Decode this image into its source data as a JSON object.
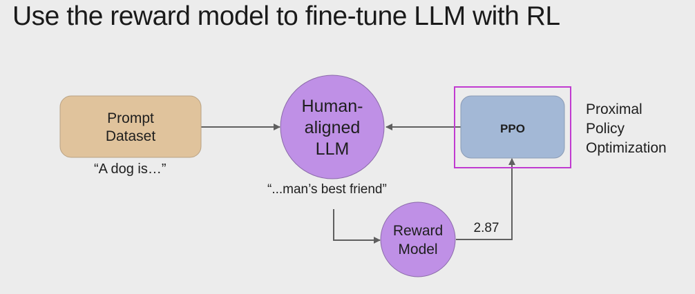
{
  "title": "Use the reward model to fine-tune LLM with RL",
  "nodes": {
    "prompt_dataset": {
      "line1": "Prompt",
      "line2": "Dataset",
      "color": "#e0c39c"
    },
    "llm": {
      "line1": "Human-",
      "line2": "aligned",
      "line3": "LLM",
      "color": "#bf90e6"
    },
    "ppo": {
      "label": "PPO",
      "color": "#a3b8d6",
      "highlight_color": "#c03ad0"
    },
    "reward_model": {
      "line1": "Reward",
      "line2": "Model",
      "color": "#bf90e6"
    }
  },
  "labels": {
    "prompt_example": "“A dog is…”",
    "completion_example": "“...man’s best friend”",
    "reward_value": "2.87"
  },
  "ppo_description": [
    "Proximal",
    "Policy",
    "Optimization"
  ],
  "arrow_color": "#5f5f5f"
}
